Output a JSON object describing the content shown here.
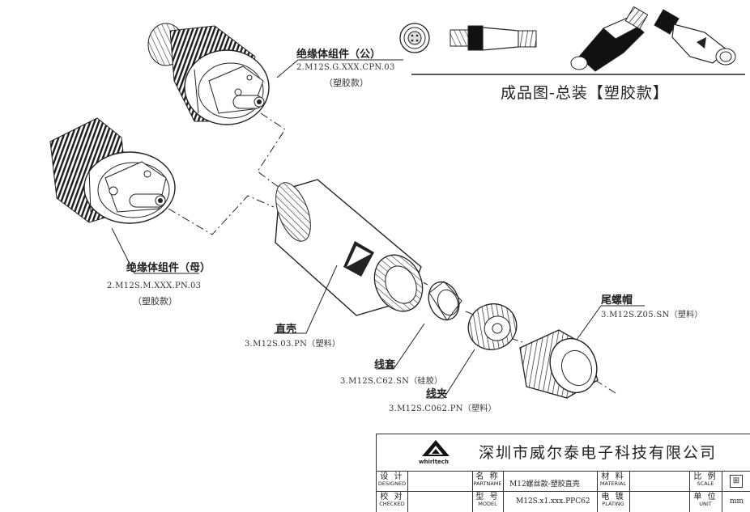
{
  "title": "成品图-总装【塑胶款】",
  "parts": {
    "insulator_male": {
      "name": "绝缘体组件（公）",
      "part_no": "2.M12S.G.XXX.CPN.03",
      "material": "（塑胶款）"
    },
    "insulator_female": {
      "name": "绝缘体组件（母）",
      "part_no": "2.M12S.M.XXX.PN.03",
      "material": "（塑胶款）"
    },
    "straight_shell": {
      "name": "直壳",
      "part_no": "3.M12S.03.PN（塑料）"
    },
    "cable_seal": {
      "name": "线套",
      "part_no": "3.M12S.C62.SN（硅胶）"
    },
    "cable_clamp": {
      "name": "线夹",
      "part_no": "3.M12S.C062.PN（塑料）"
    },
    "tail_nut": {
      "name": "尾螺帽",
      "part_no": "3.M12S.Z05.SN（塑料）"
    }
  },
  "title_block": {
    "logo_text": "whirltech",
    "company": "深圳市威尔泰电子科技有限公司",
    "designed": {
      "cn": "设 计",
      "en": "DESIGNED"
    },
    "checked": {
      "cn": "校 对",
      "en": "CHECKED"
    },
    "part_name": {
      "cn": "名 称",
      "en": "PARTNAME",
      "value": "M12螺丝款-塑胶直壳"
    },
    "model": {
      "cn": "型 号",
      "en": "MODEL",
      "value": "M12S.x1.xxx.PPC62"
    },
    "material": {
      "cn": "材 料",
      "en": "MATERIAL"
    },
    "plating": {
      "cn": "电 镀",
      "en": "PLATING"
    },
    "scale": {
      "cn": "比 例",
      "en": "SCALE"
    },
    "unit": {
      "cn": "单 位",
      "en": "UNIT",
      "value": "mm"
    }
  }
}
